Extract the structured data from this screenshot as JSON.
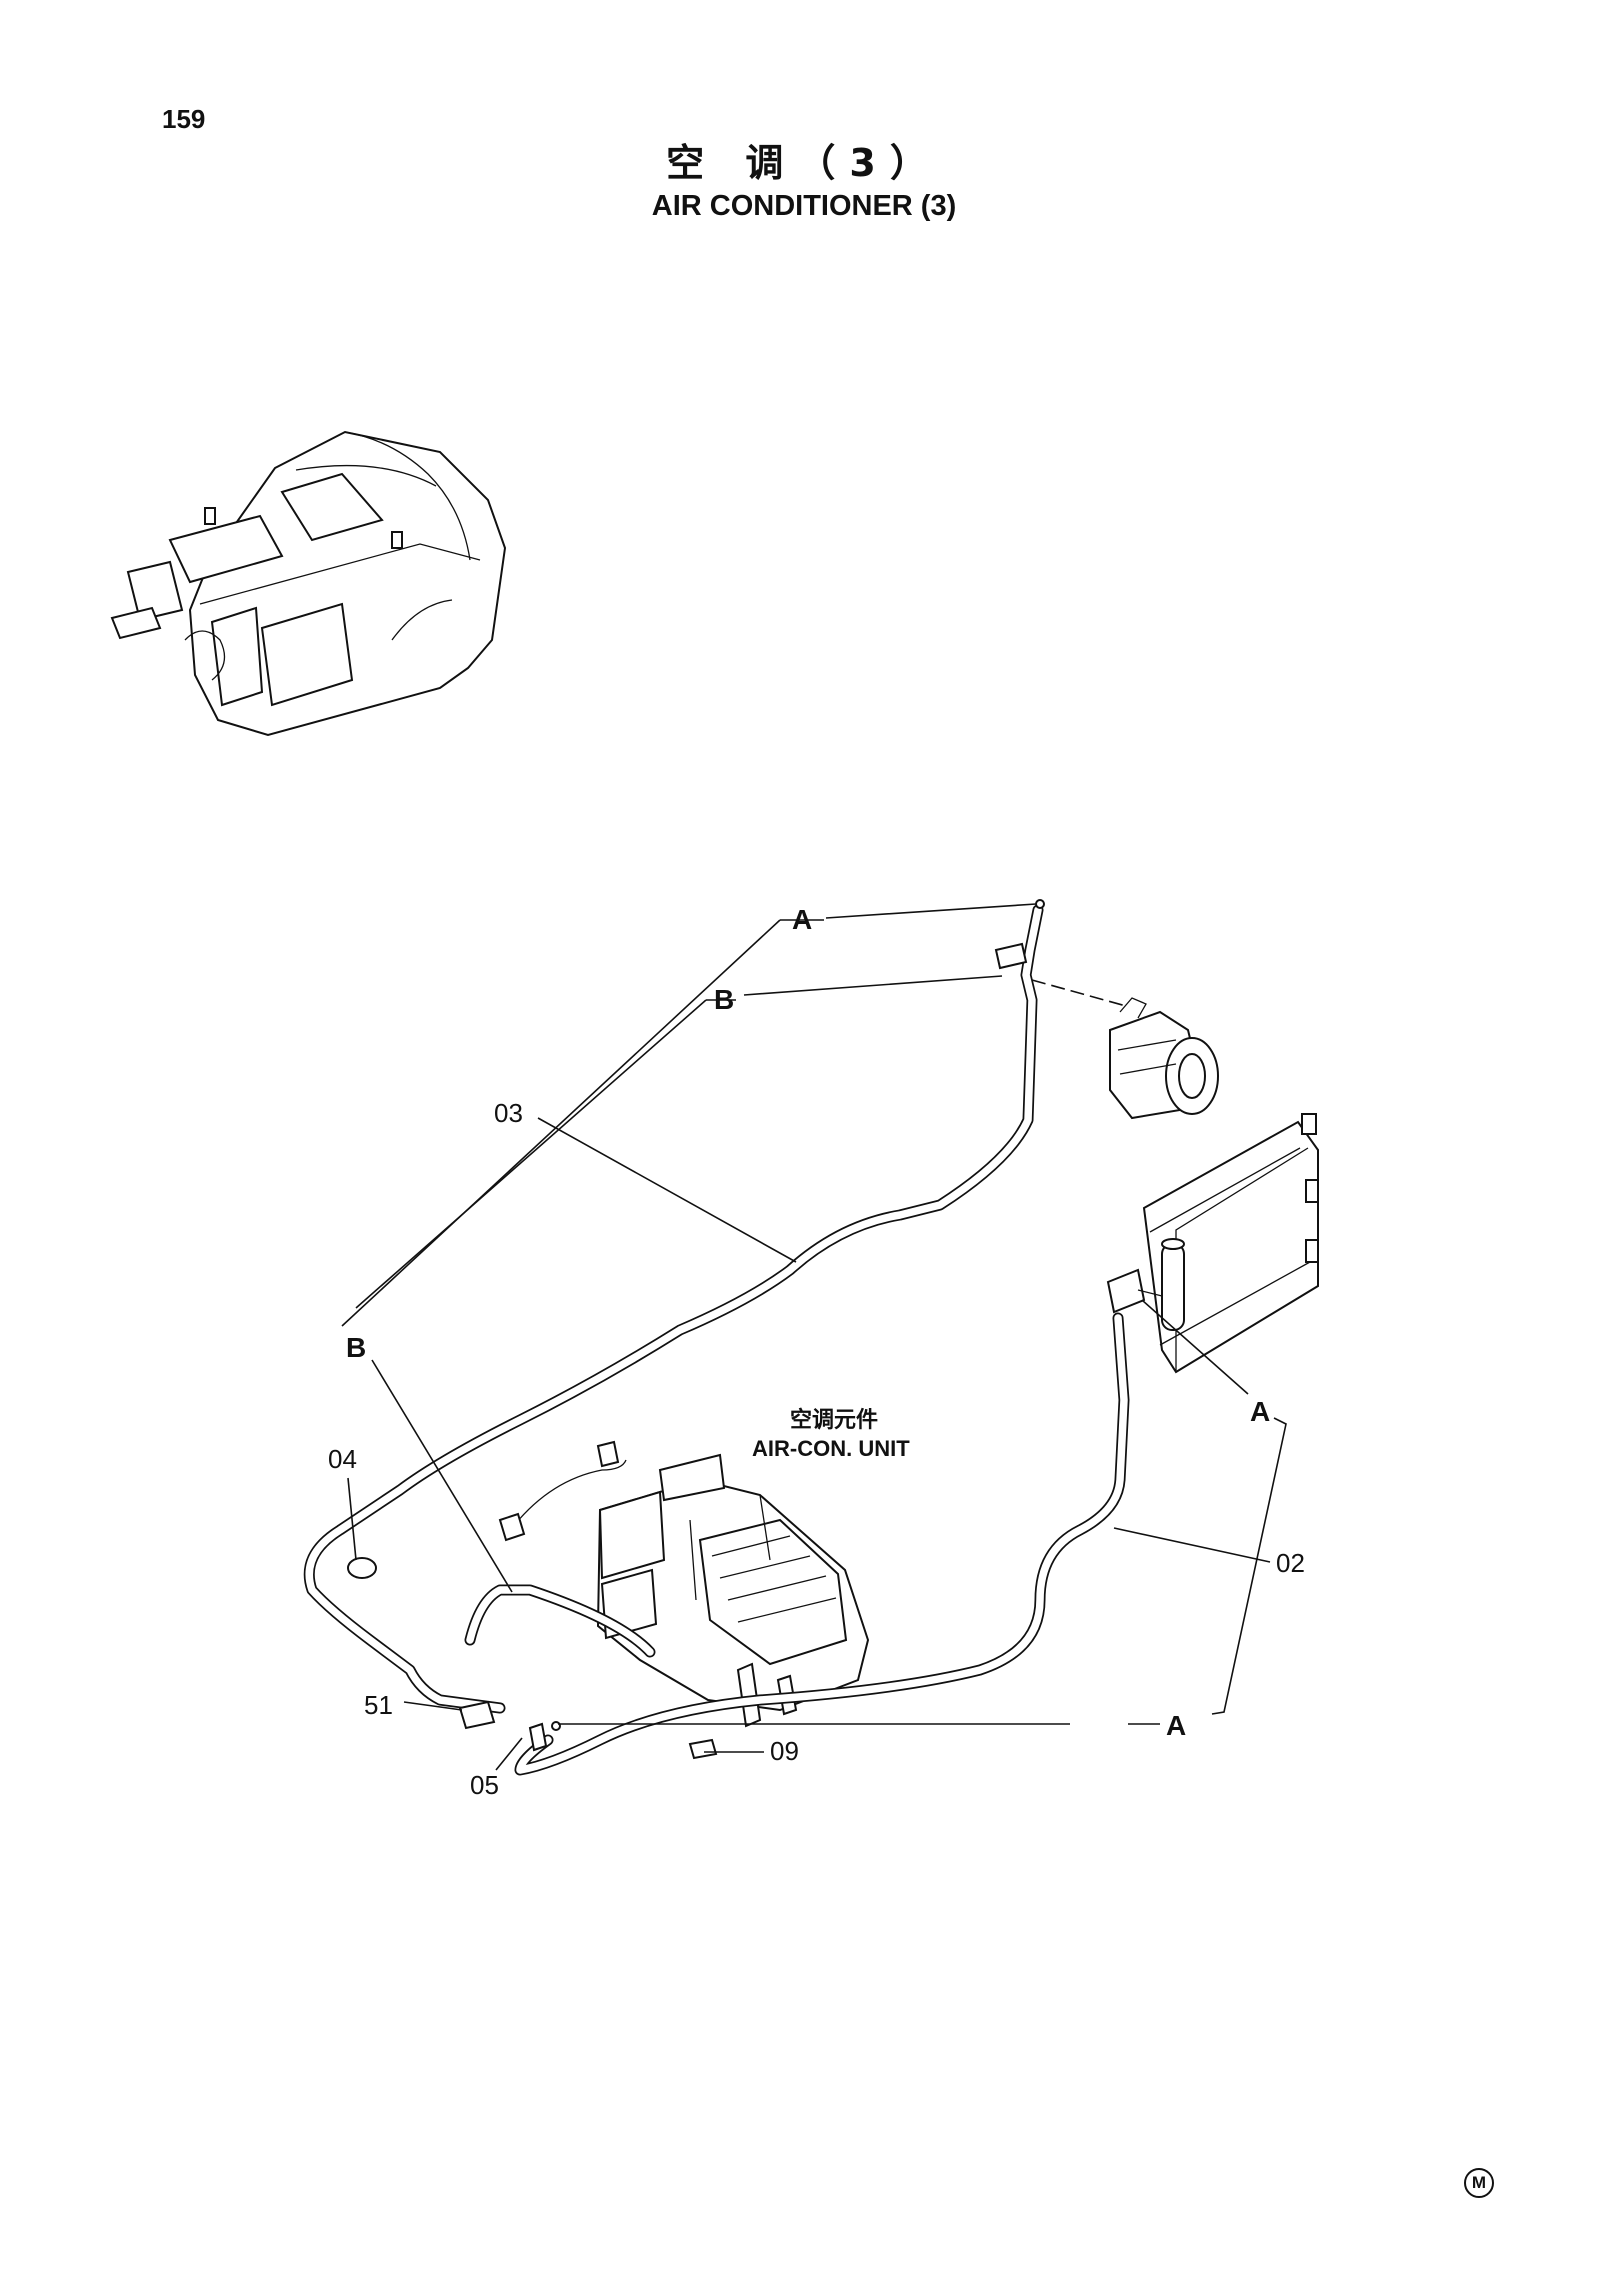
{
  "page": {
    "number": "159",
    "title_cn": "空  调（3）",
    "title_en": "AIR  CONDITIONER (3)",
    "mark": "M"
  },
  "labels": {
    "unit_cn": "空调元件",
    "unit_en": "AIR-CON. UNIT",
    "section_a": "A",
    "section_b": "B"
  },
  "callouts": {
    "p02": "02",
    "p03": "03",
    "p04": "04",
    "p05": "05",
    "p09": "09",
    "p51": "51"
  }
}
